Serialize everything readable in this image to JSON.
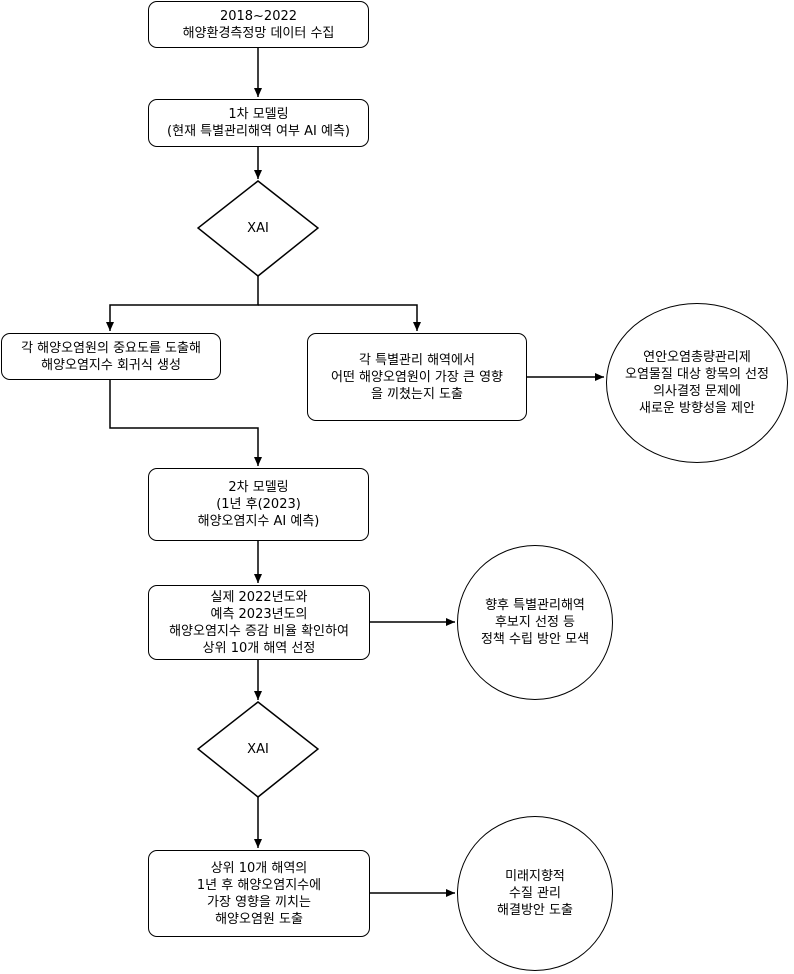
{
  "nodes": {
    "n1": "2018~2022\n해양환경측정망 데이터 수집",
    "n2": "1차 모델링\n(현재 특별관리해역 여부 AI 예측)",
    "d1": "XAI",
    "n3": "각 해양오염원의 중요도를 도출해\n해양오염지수 회귀식 생성",
    "n4": "각 특별관리 해역에서\n어떤 해양오염원이 가장 큰 영향\n을 끼쳤는지 도출",
    "c1": "연안오염총량관리제\n오염물질 대상 항목의 선정\n의사결정 문제에\n새로운 방향성을 제안",
    "n5": "2차 모델링\n(1년 후(2023)\n해양오염지수 AI 예측)",
    "n6": "실제 2022년도와\n예측 2023년도의\n해양오염지수 증감 비율 확인하여\n상위 10개 해역 선정",
    "c2": "향후 특별관리해역\n후보지 선정 등\n정책 수립 방안 모색",
    "d2": "XAI",
    "n7": "상위 10개 해역의\n1년 후 해양오염지수에\n가장 영향을 끼치는\n해양오염원 도출",
    "c3": "미래지향적\n수질 관리\n해결방안 도출"
  }
}
